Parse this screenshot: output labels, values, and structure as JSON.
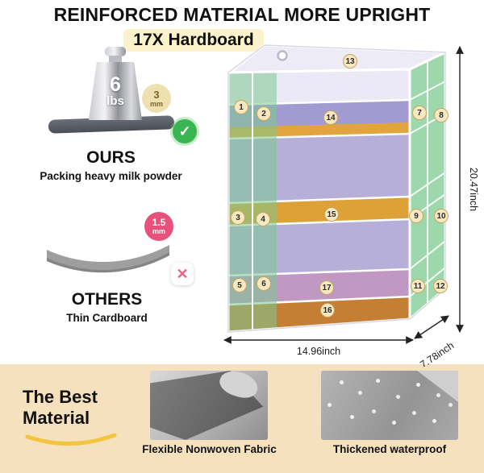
{
  "header": {
    "title": "REINFORCED MATERIAL MORE UPRIGHT",
    "subtitle": "17X Hardboard"
  },
  "ours": {
    "weight_value": "6",
    "weight_unit": "lbs",
    "badge_value": "3",
    "badge_unit": "mm",
    "label": "OURS",
    "description": "Packing heavy milk powder"
  },
  "others": {
    "badge_value": "1.5",
    "badge_unit": "mm",
    "label": "OTHERS",
    "description": "Thin Cardboard"
  },
  "icons": {
    "check": "✓",
    "cross": "✕"
  },
  "organizer": {
    "callouts": [
      "1",
      "2",
      "3",
      "4",
      "5",
      "6",
      "7",
      "8",
      "9",
      "10",
      "11",
      "12",
      "13",
      "14",
      "15",
      "16",
      "17"
    ],
    "dim_height": "20.47inch",
    "dim_width": "14.96inch",
    "dim_depth": "7.78inch"
  },
  "footer": {
    "heading_line1": "The Best",
    "heading_line2": "Material",
    "captions": [
      "Flexible Nonwoven Fabric",
      "Thickened waterproof"
    ]
  },
  "colors": {
    "accent_green": "#3bb554",
    "accent_pink": "#e8517b",
    "callout_tan": "#f7e8c2",
    "cream_band": "#f5e1bd",
    "shelf_purple": "#a29bd1",
    "shelf_orange": "#e2a43c",
    "mesh_green": "#8bd19c"
  }
}
